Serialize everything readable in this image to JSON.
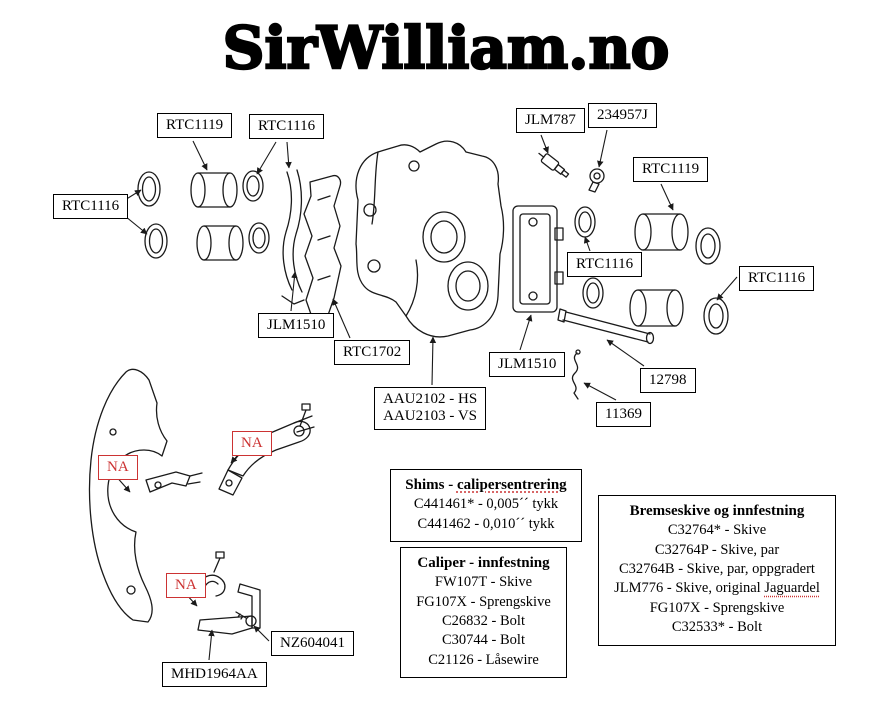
{
  "colors": {
    "accent_red": "#cc3333",
    "line": "#1a1a1a"
  },
  "title": "SirWilliam.no",
  "labels": {
    "rtc1119_top": "RTC1119",
    "rtc1116_top": "RTC1116",
    "rtc1116_left": "RTC1116",
    "jlm787": "JLM787",
    "p234957j": "234957J",
    "rtc1119_right": "RTC1119",
    "rtc1116_mid": "RTC1116",
    "rtc1116_right": "RTC1116",
    "jlm1510_left": "JLM1510",
    "rtc1702": "RTC1702",
    "jlm1510_right": "JLM1510",
    "p12798": "12798",
    "p11369": "11369",
    "aau_line1": "AAU2102 - HS",
    "aau_line2": "AAU2103 - VS",
    "na": "NA",
    "nz604041": "NZ604041",
    "mhd1964aa": "MHD1964AA"
  },
  "shims_box": {
    "title_prefix": "Shims - ",
    "title_word": "calipersentrering",
    "items": [
      "C441461* - 0,005´´ tykk",
      "C441462 - 0,010´´ tykk"
    ]
  },
  "caliper_box": {
    "title": "Caliper - innfestning",
    "items": [
      "FW107T - Skive",
      "FG107X - Sprengskive",
      "C26832 - Bolt",
      "C30744 - Bolt",
      "C21126 - Låsewire"
    ]
  },
  "disc_box": {
    "title": "Bremseskive og innfestning",
    "items_before": [
      "C32764* - Skive",
      "C32764P - Skive, par",
      "C32764B - Skive, par, oppgradert"
    ],
    "jlm776_prefix": "JLM776 - Skive, original ",
    "jlm776_word": "Jaguardel",
    "items_after": [
      "FG107X - Sprengskive",
      "C32533* - Bolt"
    ]
  }
}
